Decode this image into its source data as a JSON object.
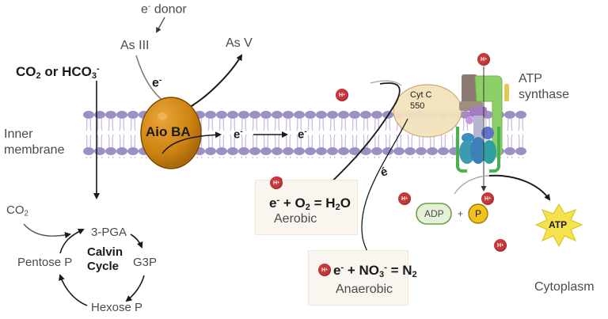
{
  "labels": {
    "e_donor": {
      "main": "e",
      "sup": "-",
      "rest": " donor"
    },
    "as3": "As III",
    "as5": "As V",
    "co2_or_hco3": {
      "a": "CO",
      "a_sub": "2",
      "b": " or HCO",
      "b_sub": "3",
      "b_sup": "-"
    },
    "e_minus_1": {
      "main": "e",
      "sup": "-"
    },
    "inner_membrane": [
      "Inner",
      "membrane"
    ],
    "aio_ba": "Aio BA",
    "e_minus_2": {
      "main": "e",
      "sup": "-"
    },
    "e_minus_3": {
      "main": "e",
      "sup": "-"
    },
    "cyt_c": [
      "Cyt C",
      "550"
    ],
    "atp_synthase": [
      "ATP",
      "synthase"
    ],
    "e_minus_4": "é",
    "proton": "H+",
    "aerobic": {
      "eq": {
        "e": "e",
        "e_sup": "-",
        "plus": " + O",
        "o_sub": "2",
        "eq": " = H",
        "h_sub": "2",
        "end": "O"
      },
      "label": "Aerobic"
    },
    "anaerobic": {
      "eq": {
        "e": "e",
        "e_sup": "-",
        "plus": " + NO",
        "n_sub": "3",
        "n_sup": "-",
        "eq": " = N",
        "n2_sub": "2"
      },
      "label": "Anaerobic"
    },
    "adp": "ADP",
    "plus": "+",
    "phosphate": "P",
    "atp": "ATP",
    "cytoplasm": "Cytoplasm",
    "calvin": {
      "co2": {
        "main": "CO",
        "sub": "2"
      },
      "pga": "3-PGA",
      "g3p": "G3P",
      "hexose": "Hexose P",
      "pentose": "Pentose P",
      "title": [
        "Calvin",
        "Cycle"
      ]
    }
  },
  "colors": {
    "membrane": "#9d8fc4",
    "aio": "#d48b12",
    "cyt": "#f3e3bd",
    "proton": "#c9383a",
    "atp_star": "#f6e24a",
    "phosphate": "#f2c21b",
    "adp": "#e6f0d8"
  }
}
